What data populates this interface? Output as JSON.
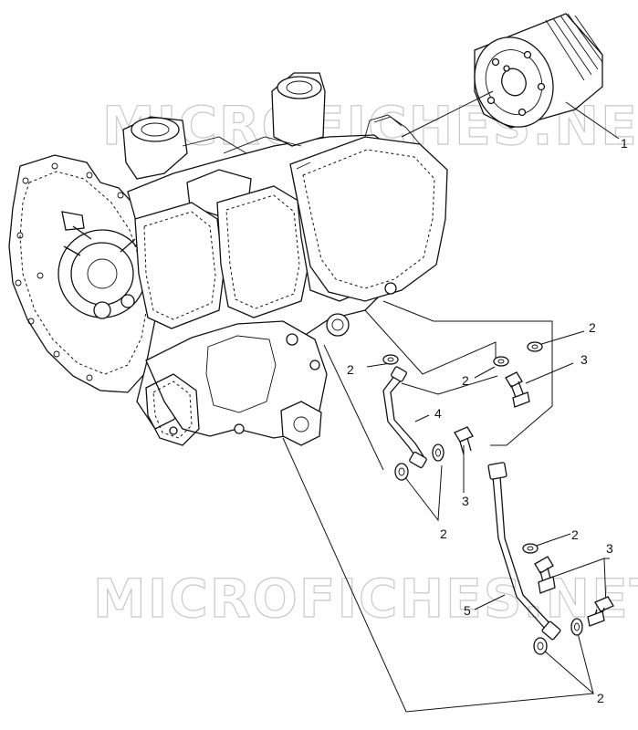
{
  "watermark": {
    "text": "MICROFICHES.NET",
    "color": "#c8c8c8"
  },
  "callouts": {
    "filter": "1",
    "washer_a": "2",
    "washer_b": "2",
    "washer_c": "2",
    "washer_d": "2",
    "washer_e": "2",
    "washer_f": "2",
    "bolt_a": "3",
    "bolt_b": "3",
    "bolt_c": "3",
    "pipe_upper": "4",
    "pipe_lower": "5"
  },
  "icons": [
    "oil-filter-icon",
    "engine-block-icon",
    "oil-pipe-icon",
    "banjo-bolt-icon",
    "washer-icon"
  ]
}
